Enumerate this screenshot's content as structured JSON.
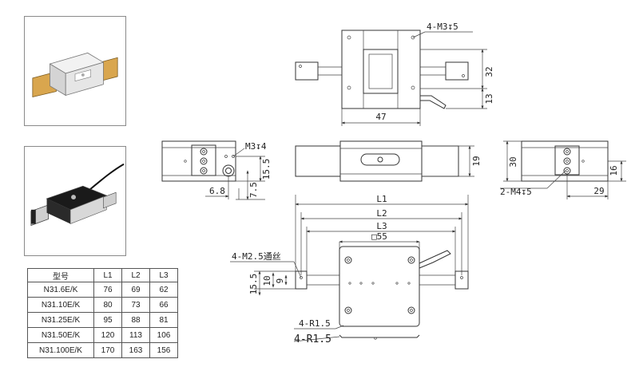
{
  "table": {
    "headers": [
      "型号",
      "L1",
      "L2",
      "L3"
    ],
    "rows": [
      [
        "N31.6E/K",
        "76",
        "69",
        "62"
      ],
      [
        "N31.10E/K",
        "80",
        "73",
        "66"
      ],
      [
        "N31.25E/K",
        "95",
        "88",
        "81"
      ],
      [
        "N31.50E/K",
        "120",
        "113",
        "106"
      ],
      [
        "N31.100E/K",
        "170",
        "163",
        "156"
      ]
    ]
  },
  "annotations": {
    "top_holes": "4-M3↧5",
    "top_height": "32",
    "top_offset": "13",
    "top_width": "47",
    "side_hole": "M3↧4",
    "side_height": "15.5",
    "side_left": "6.8",
    "side_low": "7.5",
    "center_height": "19",
    "right_hole": "2-M4↧5",
    "right_height": "30",
    "right_offset": "16",
    "right_width": "29",
    "l1": "L1",
    "l2": "L2",
    "l3": "L3",
    "square": "□55",
    "bottom_holes": "4-M2.5通丝",
    "bottom_h1": "15.5",
    "bottom_h2": "10",
    "bottom_h3": "9",
    "radius_1": "4-R1.5",
    "radius_2": "4-R1.5"
  }
}
